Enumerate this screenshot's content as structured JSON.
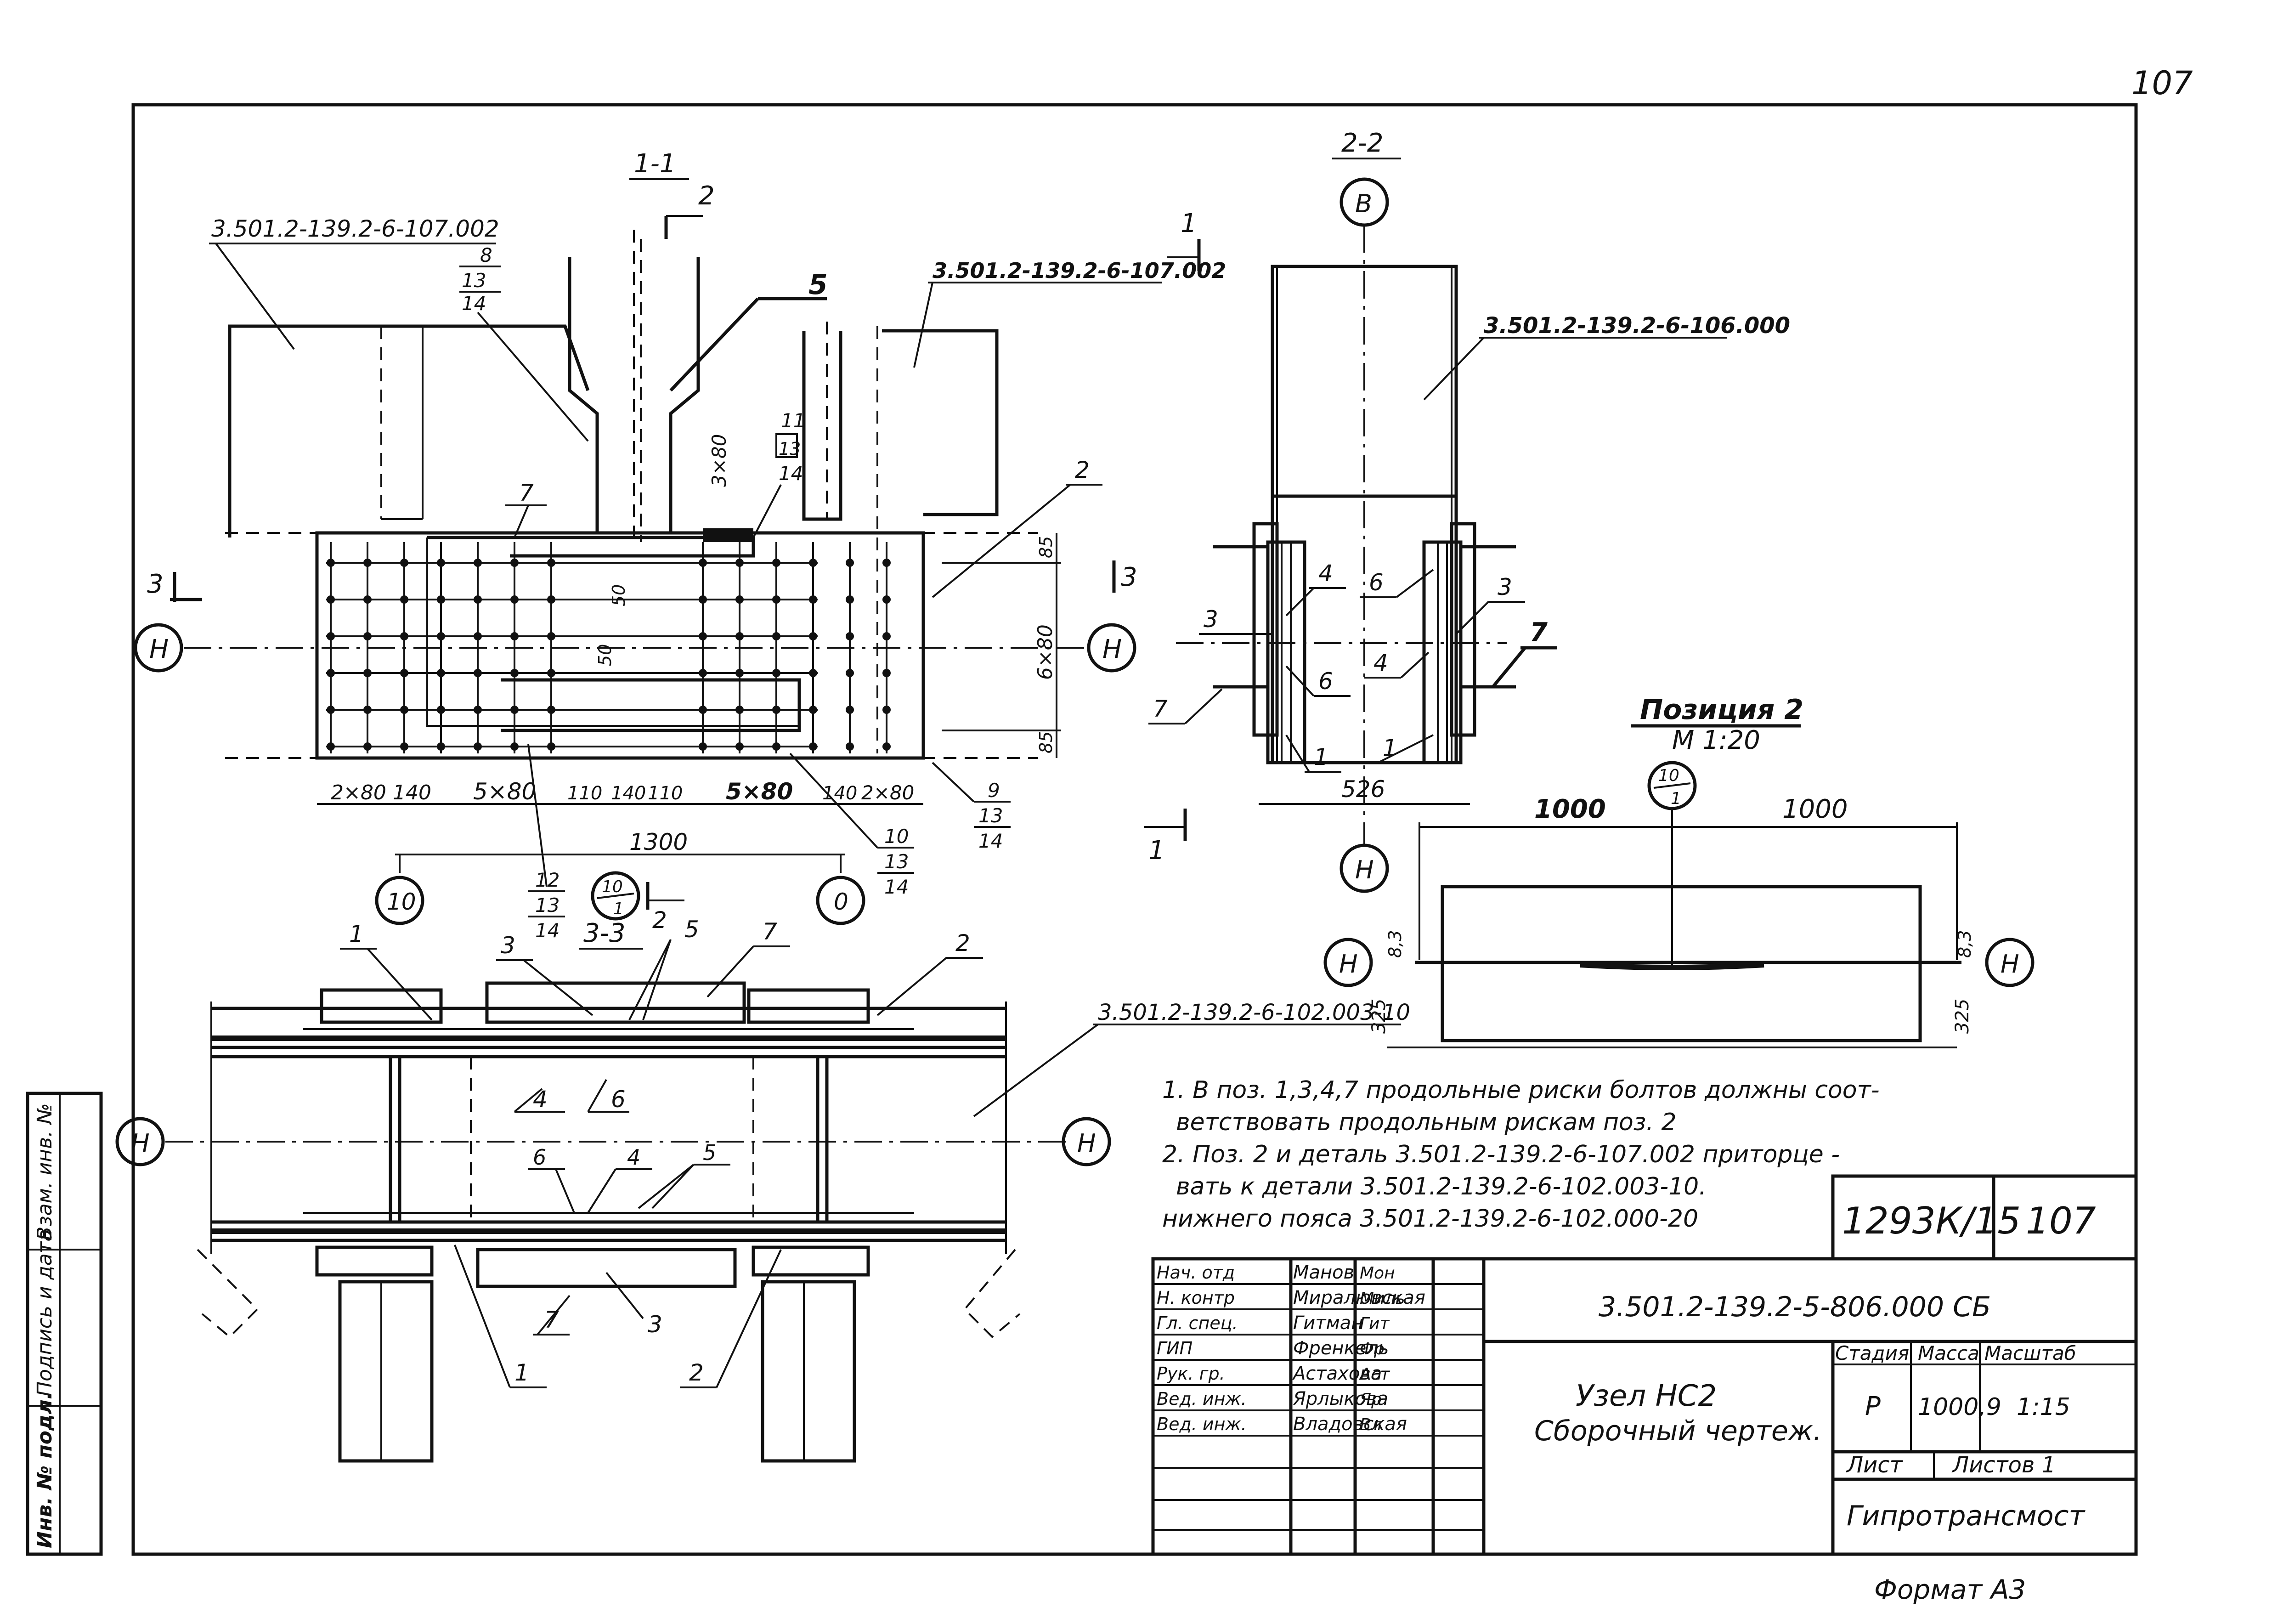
{
  "page_number": "107",
  "sections": {
    "s11": "1-1",
    "s22": "2-2",
    "s33": "3-3",
    "marker_1": "1",
    "marker_2": "2",
    "marker_3": "3"
  },
  "refs": {
    "r107_left": "3.501.2-139.2-6-107.002",
    "r107_right": "3.501.2-139.2-6-107.002",
    "r106": "3.501.2-139.2-6-106.000",
    "r102": "3.501.2-139.2-6-102.003-10"
  },
  "axes": {
    "H": "Н",
    "B": "В",
    "ten": "10",
    "zero": "0"
  },
  "positions": {
    "p1": "1",
    "p2": "2",
    "p3": "3",
    "p4": "4",
    "p5": "5",
    "p6": "6",
    "p7": "7",
    "p8": "8",
    "p9": "9",
    "p10": "10",
    "p11": "11",
    "p12": "12",
    "p13": "13",
    "p14": "14"
  },
  "dimensions": {
    "d_2x80": "2×80",
    "d_140": "140",
    "d_5x80": "5×80",
    "d_110": "110",
    "d_1300": "1300",
    "d_85": "85",
    "d_6x80": "6×80",
    "d_50": "50",
    "d_3x80": "3×80",
    "d_526": "526",
    "d_1000": "1000",
    "d_8_3": "8,3",
    "d_325": "325"
  },
  "callout": {
    "num": "10",
    "den": "1"
  },
  "position2": {
    "title": "Позиция 2",
    "scale": "М 1:20"
  },
  "notes": [
    "1. В поз. 1,3,4,7 продольные риски болтов должны соот-",
    "ветствовать продольным рискам поз. 2",
    "2. Поз. 2 и деталь 3.501.2-139.2-6-107.002 приторце -",
    "вать к детали 3.501.2-139.2-6-102.003-10.",
    "нижнего пояса 3.501.2-139.2-6-102.000-20"
  ],
  "stamp": {
    "archive_no": "1293К/15",
    "sheet_ref": "107",
    "doc_code": "3.501.2-139.2-5-806.000 СБ",
    "title_line1": "Узел НС2",
    "title_line2": "Сборочный чертеж.",
    "stage_label": "Стадия",
    "mass_label": "Масса",
    "scale_label": "Масштаб",
    "stage": "Р",
    "mass": "1000,9",
    "scale": "1:15",
    "sheet_label": "Лист",
    "sheets_label": "Листов 1",
    "org": "Гипротрансмост",
    "roles": [
      {
        "role": "Нач. отд",
        "name": "Манов",
        "sign": "Мон"
      },
      {
        "role": "Н. контр",
        "name": "Миралювская",
        "sign": "Миль"
      },
      {
        "role": "Гл. спец.",
        "name": "Гитман",
        "sign": "Гит"
      },
      {
        "role": "ГИП",
        "name": "Френкель",
        "sign": "Фр"
      },
      {
        "role": "Рук. гр.",
        "name": "Астахова",
        "sign": "Аст"
      },
      {
        "role": "Вед. инж.",
        "name": "Ярлыкова",
        "sign": "Яр"
      },
      {
        "role": "Вед. инж.",
        "name": "Владовская",
        "sign": "Вл"
      }
    ]
  },
  "side_stamp": {
    "inv_zam": "Взам. инв. №",
    "sign_date": "Подпись и дата",
    "inv_podl": "Инв. № подл."
  },
  "format": "Формат А3"
}
